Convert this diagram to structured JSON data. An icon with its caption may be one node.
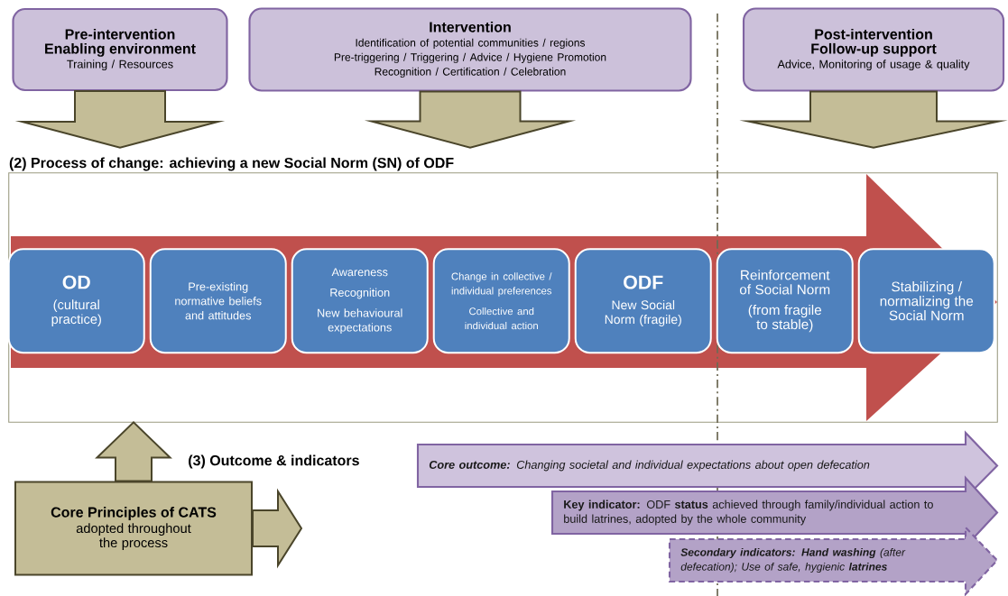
{
  "diagram": {
    "nodes": [
      {
        "text": [
          "Pre-intervention",
          "Enabling environment",
          "Training / Resources"
        ]
      },
      {
        "text": [
          "Intervention",
          "Identification of potential communities / regions",
          "Pre-triggering / Triggering / Advice / Hygiene Promotion",
          "Recognition / Certification / Celebration"
        ]
      },
      {
        "text": [
          "Post-intervention",
          "Follow-up support",
          "Advice, Monitoring of usage & quality"
        ]
      },
      {
        "text": [
          "(2) Process of change: achieving a new Social Norm (SN) of ODF"
        ]
      },
      {
        "text": [
          "OD",
          "(cultural practice)"
        ],
        "in": 3
      },
      {
        "text": [
          "Pre-existing normative beliefs and attitudes"
        ],
        "in": 3
      },
      {
        "text": [
          "Awareness",
          "Recognition",
          "New behavioural expectations"
        ],
        "in": 3
      },
      {
        "text": [
          "Change in collective / individual preferences",
          "Collective and individual action"
        ],
        "in": 3
      },
      {
        "text": [
          "ODF",
          "New Social Norm (fragile)"
        ],
        "in": 3
      },
      {
        "text": [
          "Reinforcement of Social Norm",
          "(from fragile to stable)"
        ],
        "in": 3
      },
      {
        "text": [
          "Stabilizing / normalizing the Social Norm"
        ],
        "in": 3
      },
      {
        "text": [
          "Core Principles of CATS",
          "adopted throughout the process"
        ]
      },
      {
        "text": [
          "**Core outcome:** Changing societal and individual expectations about open defecation"
        ]
      },
      {
        "text": [
          "**Key indicator:** ODF **status** achieved through family/individual action to build latrines, adopted by the whole community"
        ]
      },
      {
        "text": [
          "**Secondary indicators:** **Hand washing** (after defecation); Use of safe, hygienic **latrines**"
        ]
      }
    ],
    "edges": [
      {
        "from": 0,
        "to": 3,
        "arrow": "to"
      },
      {
        "from": 1,
        "to": 3,
        "arrow": "to"
      },
      {
        "from": 2,
        "to": 3,
        "arrow": "to"
      },
      {
        "from": 11,
        "to": 3,
        "arrow": "to"
      },
      {
        "from": 11,
        "to": null,
        "arrow": "to"
      }
    ],
    "labels": [
      "(3) Outcome & indicators"
    ]
  }
}
